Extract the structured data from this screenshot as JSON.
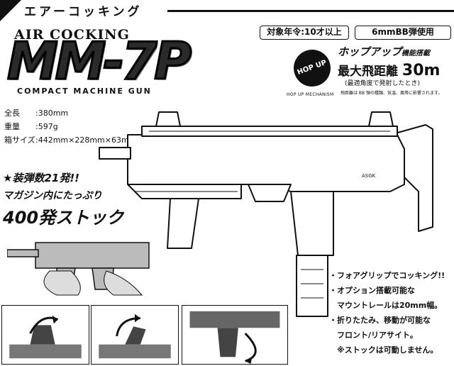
{
  "header": {
    "title": "エアーコッキング"
  },
  "logo": {
    "small": "AIR COCKING",
    "main": "MM-7P",
    "sub": "COMPACT MACHINE GUN"
  },
  "badges": {
    "age": "対象年令:10才以上",
    "bb": "6mmBB弾使用"
  },
  "hopup": {
    "circle_text": "HOP UP",
    "caption": "HOP UP MECHANISM",
    "title": "ホップアップ",
    "title_small": "機能搭載",
    "range_label": "最大飛距離",
    "range_value": "30m",
    "range_note": "(最適角度で発射したとき)",
    "disclaimer": "飛距離は BB 弾の種類、気温、風等に影響されます。"
  },
  "specs": [
    {
      "key": "全長",
      "value": ":380mm"
    },
    {
      "key": "重量",
      "value": ":597g"
    },
    {
      "key": "箱サイズ",
      "value": ":442mm×228mm×63mm"
    }
  ],
  "promo": {
    "line1": "★装弾数21発!!",
    "line2": "マガジン内にたっぷり",
    "line3": "400発ストック"
  },
  "gun": {
    "marking": "ASGK"
  },
  "features": [
    "・フォアグリップでコッキング!!",
    "・オプション搭載可能な",
    "　マウントレールは20mm幅。",
    "・折りたたみ、移動が可能な",
    "　フロント/リアサイト。",
    "　※ストックは可動しません。"
  ],
  "colors": {
    "ink": "#111111",
    "paper": "#ffffff"
  }
}
